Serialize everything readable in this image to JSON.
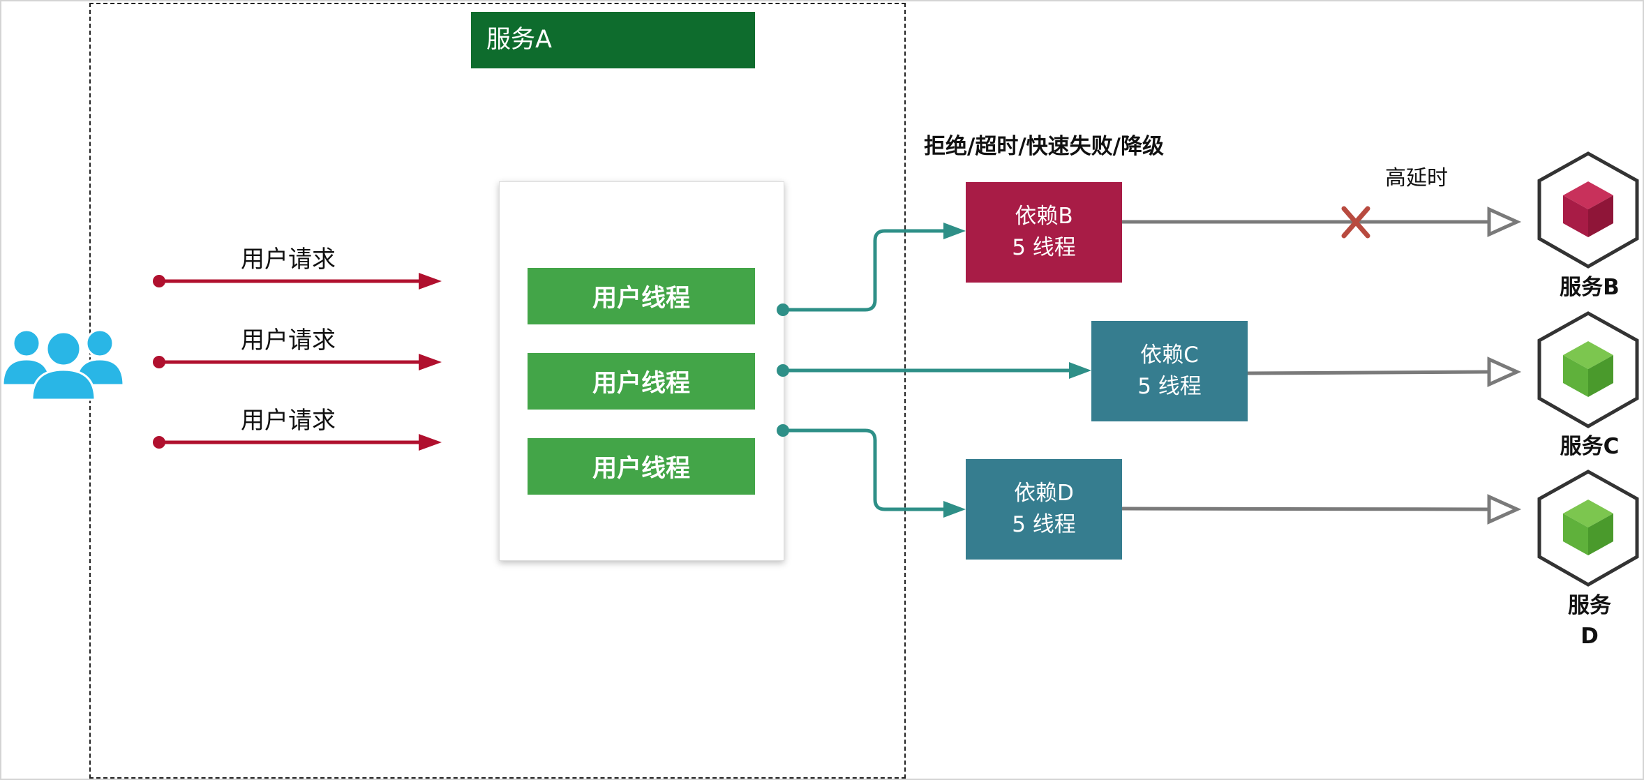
{
  "service_a": {
    "title": "服务A"
  },
  "requests": [
    {
      "label": "用户请求"
    },
    {
      "label": "用户请求"
    },
    {
      "label": "用户请求"
    }
  ],
  "threads": [
    {
      "label": "用户线程"
    },
    {
      "label": "用户线程"
    },
    {
      "label": "用户线程"
    }
  ],
  "strategy_caption": "拒绝/超时/快速失败/降级",
  "latency_label": "高延时",
  "dependencies": [
    {
      "name": "依赖B",
      "threads": "5 线程",
      "color": "#a81c46"
    },
    {
      "name": "依赖C",
      "threads": "5 线程",
      "color": "#367d8f"
    },
    {
      "name": "依赖D",
      "threads": "5 线程",
      "color": "#367d8f"
    }
  ],
  "services": [
    {
      "label": "服务B",
      "cube_color": "#a81c46"
    },
    {
      "label": "服务C",
      "cube_color": "#5fb13b"
    },
    {
      "label": "服务 D",
      "cube_color": "#5fb13b"
    }
  ],
  "colors": {
    "request_arrow": "#b0102e",
    "teal_connector": "#2e8f87",
    "gray_connector": "#7a7a7a",
    "users_icon": "#29b6e6",
    "failure_mark": "#b84a3f"
  },
  "icons": {
    "users": "users-group-icon",
    "failure": "close-x-icon",
    "service": "package-cube-icon"
  }
}
